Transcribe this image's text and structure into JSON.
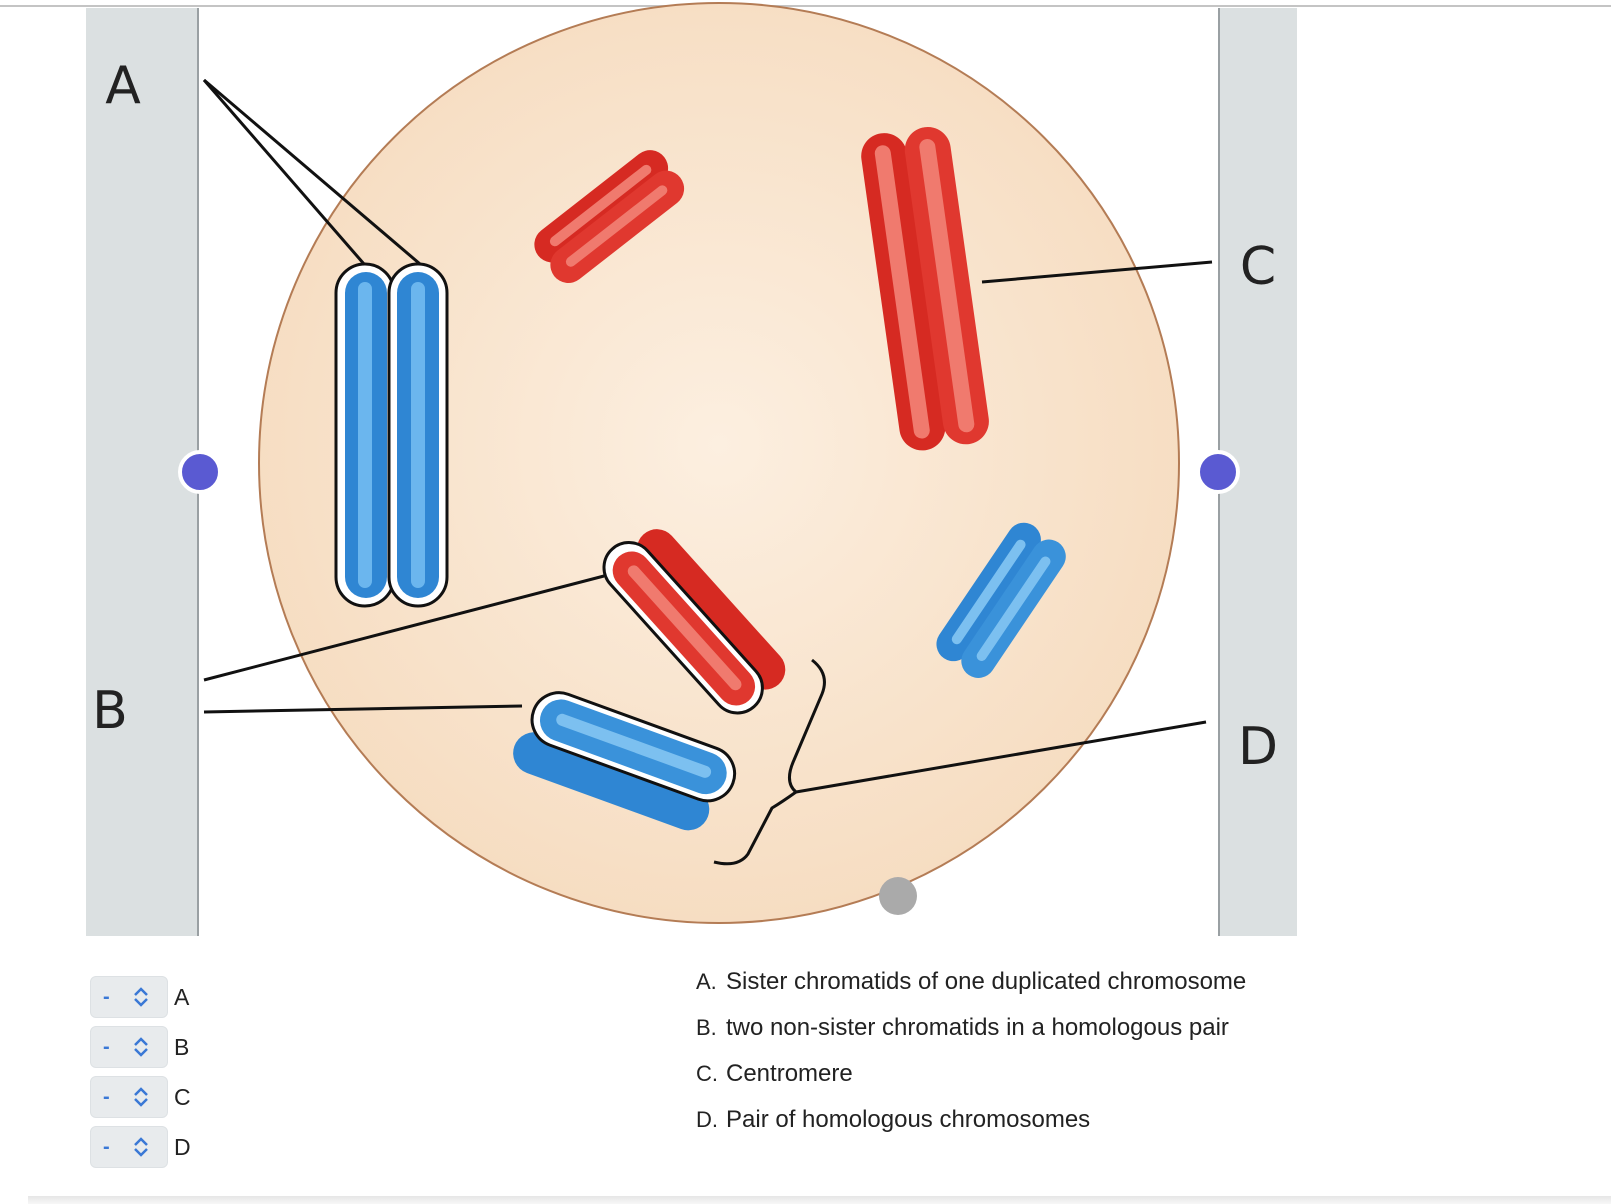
{
  "figure": {
    "labels": {
      "a": "A",
      "b": "B",
      "c": "C",
      "d": "D"
    },
    "colors": {
      "cell_fill": "#f8e1c6",
      "cell_border": "#b47c55",
      "red_chromosome": "#dd2c25",
      "blue_chromosome": "#3a8fd6",
      "column_gray": "#dbe0e1",
      "drop_dot": "#5a5ad2",
      "handle_dot": "#aaaaaa"
    }
  },
  "dropdowns": [
    {
      "value": "-",
      "target": "A"
    },
    {
      "value": "-",
      "target": "B"
    },
    {
      "value": "-",
      "target": "C"
    },
    {
      "value": "-",
      "target": "D"
    }
  ],
  "options": [
    {
      "key": "A.",
      "text": "Sister chromatids of one duplicated chromosome"
    },
    {
      "key": "B.",
      "text": "two non-sister chromatids in a homologous pair"
    },
    {
      "key": "C.",
      "text": "Centromere"
    },
    {
      "key": "D.",
      "text": "Pair of homologous chromosomes"
    }
  ],
  "icons": {
    "dropdown": "up-down-chevron-icon"
  }
}
